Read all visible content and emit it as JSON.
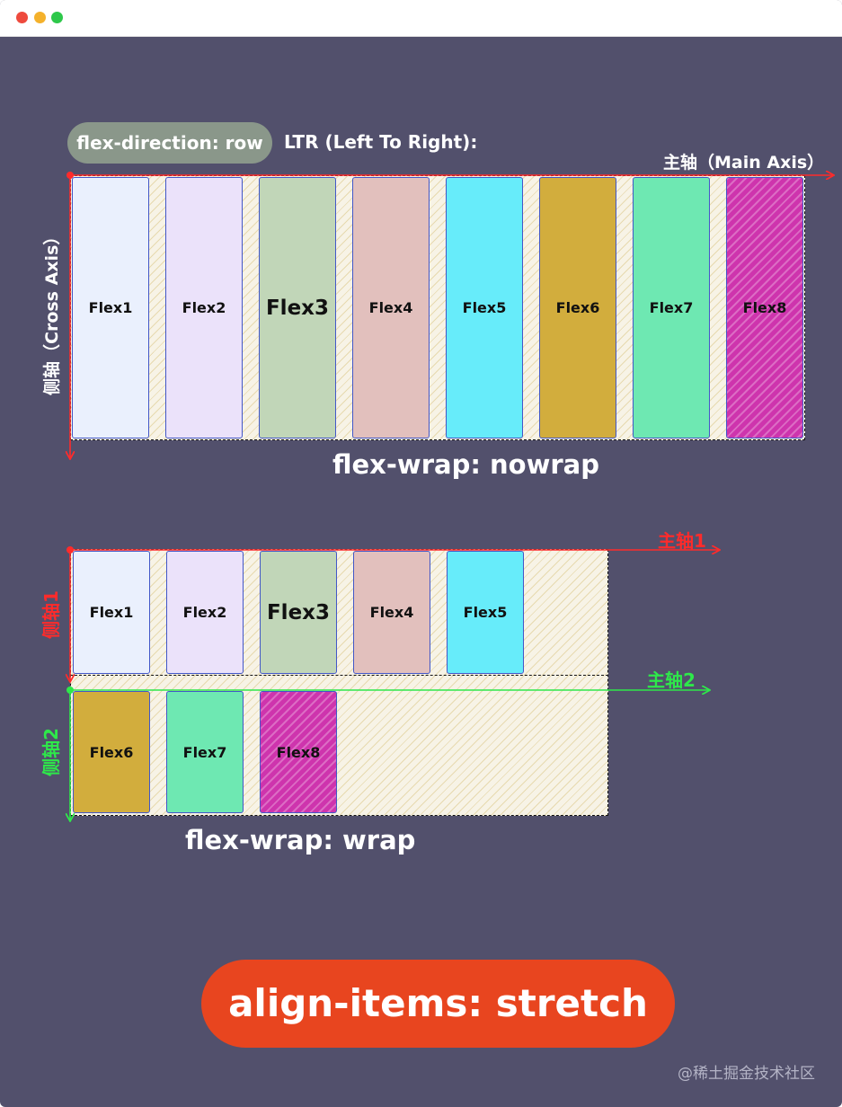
{
  "window": {
    "buttons": [
      "close",
      "minimize",
      "maximize"
    ]
  },
  "top_diagram": {
    "direction_pill": "flex-direction: row",
    "ltr_text": "LTR (Left To Right):",
    "main_axis_label": "主轴（Main Axis）",
    "cross_axis_label": "侧轴（Cross Axis）",
    "caption": "flex-wrap: nowrap",
    "items": [
      {
        "label": "Flex1",
        "color": "#eaf0fd"
      },
      {
        "label": "Flex2",
        "color": "#ebe2fa"
      },
      {
        "label": "Flex3",
        "color": "#c1d6b8"
      },
      {
        "label": "Flex4",
        "color": "#e2c0bd"
      },
      {
        "label": "Flex5",
        "color": "#67ecfa"
      },
      {
        "label": "Flex6",
        "color": "#d2ad3d"
      },
      {
        "label": "Flex7",
        "color": "#6ee8b2"
      },
      {
        "label": "Flex8",
        "color": "#ce34ad"
      }
    ]
  },
  "bottom_diagram": {
    "main_axis_1": "主轴1",
    "cross_axis_1": "侧轴1",
    "main_axis_2": "主轴2",
    "cross_axis_2": "侧轴2",
    "caption": "flex-wrap: wrap",
    "row1": [
      {
        "label": "Flex1",
        "color": "#eaf0fd"
      },
      {
        "label": "Flex2",
        "color": "#ebe2fa"
      },
      {
        "label": "Flex3",
        "color": "#c1d6b8"
      },
      {
        "label": "Flex4",
        "color": "#e2c0bd"
      },
      {
        "label": "Flex5",
        "color": "#67ecfa"
      }
    ],
    "row2": [
      {
        "label": "Flex6",
        "color": "#d2ad3d"
      },
      {
        "label": "Flex7",
        "color": "#6ee8b2"
      },
      {
        "label": "Flex8",
        "color": "#ce34ad"
      }
    ]
  },
  "banner": "align-items:  stretch",
  "watermark": "@稀土掘金技术社区",
  "colors": {
    "background": "#52506c",
    "main_axis": "#ff2b2b",
    "axis_2": "#2ee84a",
    "banner": "#e8451f",
    "pill": "#8a978a"
  }
}
